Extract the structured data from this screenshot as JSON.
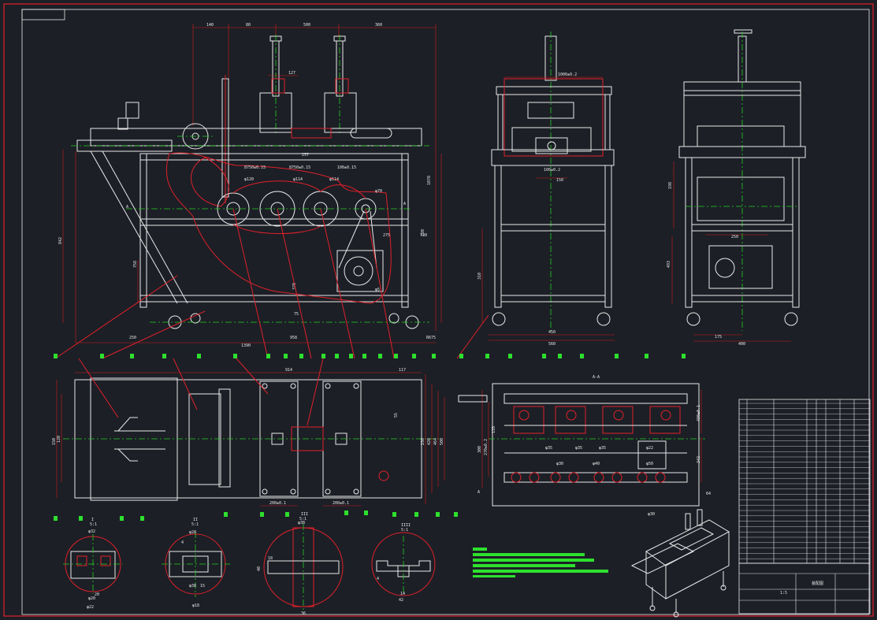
{
  "colors": {
    "background": "#1c1f26",
    "outline": "#e8e8e8",
    "highlight": "#e0202a",
    "centerline": "#22d022",
    "balloon": "#2ee02e"
  },
  "section_labels": {
    "section_a": "A-A",
    "view_a_left": "A",
    "view_a_right": "A",
    "view_a_bottom": "A",
    "detail_1": "I",
    "detail_1_scale": "5:1",
    "detail_2": "II",
    "detail_2_scale": "5:1",
    "detail_3": "III",
    "detail_3_scale": "5:1",
    "detail_4": "IIII",
    "detail_4_scale": "5:1"
  },
  "front_view": {
    "top_dims": [
      "140",
      "80",
      "500",
      "360"
    ],
    "side_dims": [
      "1078",
      "842",
      "758",
      "720",
      "370",
      "75"
    ],
    "bottom_dims": [
      "250",
      "1390",
      "958",
      "R675"
    ],
    "inner_dims": [
      "8750±0.15",
      "8750±0.15",
      "100±0.15",
      "φ120",
      "φ114",
      "φ114",
      "φ70",
      "φ5",
      "257",
      "275",
      "730"
    ]
  },
  "side_view": {
    "top_dims": [
      "1000±0.2",
      "150",
      "100±0.2"
    ],
    "bottom_dims": [
      "450",
      "560"
    ],
    "side_dims": [
      "310"
    ]
  },
  "end_view": {
    "dims": [
      "198",
      "493",
      "250",
      "175",
      "400"
    ]
  },
  "plan_view": {
    "top_dims": [
      "914",
      "117"
    ],
    "bottom_dims": [
      "200±0.1",
      "200±0.1"
    ],
    "side_dims": [
      "150",
      "120",
      "55",
      "230",
      "420",
      "464",
      "500"
    ]
  },
  "section_view": {
    "dims": [
      "φ35",
      "φ35",
      "φ35",
      "φ30",
      "φ40",
      "φ50",
      "φ30",
      "φ22",
      "300",
      "270±0.2",
      "135",
      "342",
      "480±0.1",
      "64"
    ]
  },
  "detail_dims": {
    "d1": [
      "φ32",
      "φ20",
      "φ22",
      "20"
    ],
    "d2": [
      "φ28",
      "4",
      "φ38",
      "15",
      "φ18"
    ],
    "d3": [
      "φ38",
      "40",
      "36",
      "18"
    ],
    "d4": [
      "4",
      "14",
      "42"
    ]
  },
  "title_block": {
    "scale": "1:5",
    "drawing_label": "装配图"
  }
}
